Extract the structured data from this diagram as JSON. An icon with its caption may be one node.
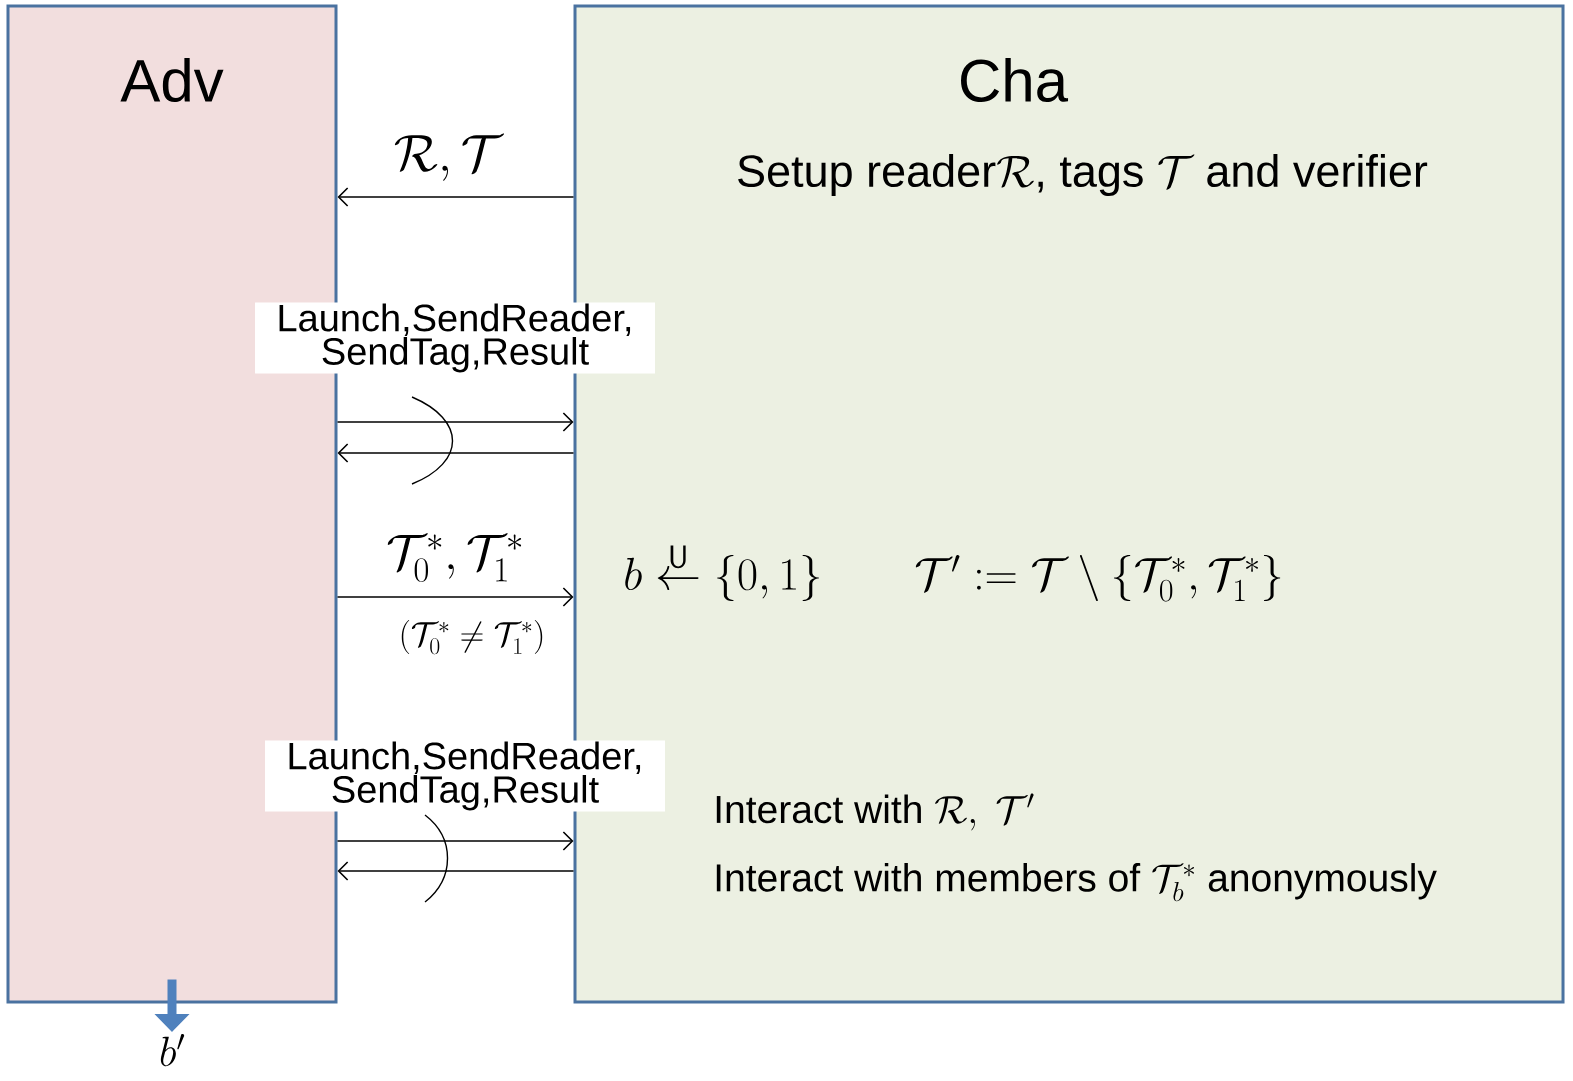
{
  "diagram": {
    "nodes": [
      {
        "text": [
          "Adv"
        ]
      },
      {
        "text": [
          "Cha",
          "\\text{Setup reader}\\mathcal{R}\\text{, tags }\\mathcal{T}\\text{ and verifier}",
          "b \\stackrel{\\mathsf{U}}{\\leftarrow} \\{0,1\\}\\qquad \\mathcal{T}' := \\mathcal{T}\\setminus\\{\\mathcal{T}_0^*,\\mathcal{T}_1^*\\}",
          "\\text{Interact with }\\mathcal{R},\\ \\mathcal{T}'",
          "\\text{Interact with members of }\\mathcal{T}_b^*\\text{ anonymously}"
        ]
      },
      {
        "text": [
          "b'"
        ]
      }
    ],
    "edges": [
      {
        "from": 1,
        "to": 0,
        "arrow": "to",
        "label": "\\mathcal{R},\\mathcal{T}"
      },
      {
        "from": 0,
        "to": 1,
        "arrow": "to",
        "label": "Launch,SendReader, SendTag,Result"
      },
      {
        "from": 1,
        "to": 0,
        "arrow": "to"
      },
      {
        "from": 0,
        "to": 1,
        "arrow": "to",
        "label": "\\mathcal{T}_0^*,\\mathcal{T}_1^*"
      },
      {
        "from": 0,
        "to": 1,
        "arrow": "to",
        "label": "Launch,SendReader, SendTag,Result"
      },
      {
        "from": 1,
        "to": 0,
        "arrow": "to"
      },
      {
        "from": 0,
        "to": 2,
        "arrow": "to",
        "style": "thick",
        "color": "#4f81bd"
      }
    ],
    "labels": [
      "(\\mathcal{T}_0^*\\neq\\mathcal{T}_1^*)"
    ]
  }
}
